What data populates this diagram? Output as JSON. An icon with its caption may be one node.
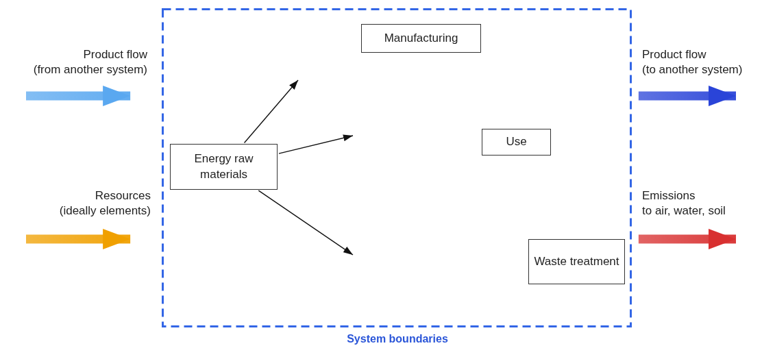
{
  "diagram": {
    "nodes": [
      {
        "text": [
          "System boundaries"
        ]
      },
      {
        "text": [
          "Manufacturing"
        ],
        "in": 0
      },
      {
        "text": [
          "Use"
        ],
        "in": 0
      },
      {
        "text": [
          "Energy raw materials"
        ],
        "in": 0
      },
      {
        "text": [
          "Waste treatment"
        ],
        "in": 0
      }
    ],
    "edges": [
      {
        "from": null,
        "to": 0,
        "arrow": "to",
        "label": "Product flow",
        "style": "thick",
        "color": "#5aa8f0"
      },
      {
        "from": null,
        "to": 0,
        "arrow": "to",
        "label": "Resources",
        "style": "thick",
        "color": "#f0a000"
      },
      {
        "from": 0,
        "to": null,
        "arrow": "to",
        "label": "Product flow",
        "style": "thick",
        "color": "#2a44d8"
      },
      {
        "from": 0,
        "to": null,
        "arrow": "to",
        "label": "Emissions",
        "style": "thick",
        "color": "#d83030"
      },
      {
        "from": 3,
        "to": null,
        "arrow": "to"
      },
      {
        "from": 3,
        "to": null,
        "arrow": "to"
      },
      {
        "from": 3,
        "to": null,
        "arrow": "to"
      }
    ],
    "labels": [
      "(from another system)",
      "(ideally elements)",
      "(to another system)",
      "to air, water, soil"
    ]
  }
}
